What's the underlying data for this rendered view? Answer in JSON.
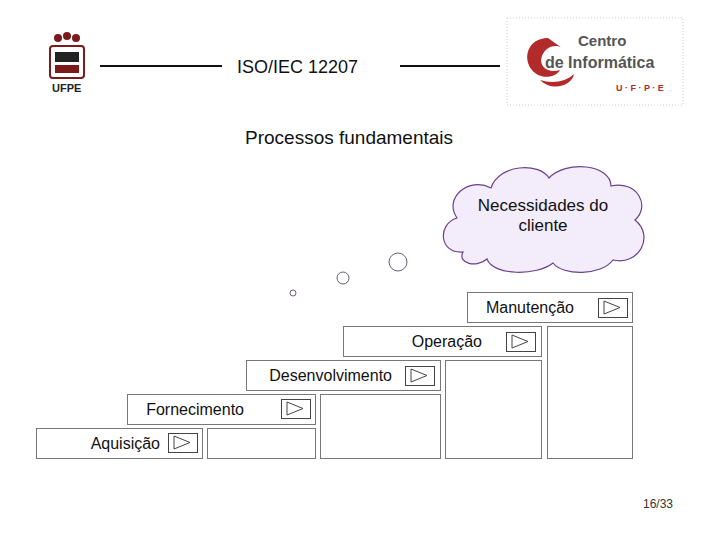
{
  "diagram": {
    "title": "ISO/IEC 12207",
    "nodes": [
      {
        "text": [
          "Necessidades do cliente"
        ]
      },
      {
        "text": [
          "Manutenção"
        ]
      },
      {
        "text": [
          "Operação"
        ]
      },
      {
        "text": [
          "Desenvolvimento"
        ]
      },
      {
        "text": [
          "Fornecimento"
        ]
      },
      {
        "text": [
          "Aquisição"
        ]
      }
    ],
    "labels": [
      "Processos fundamentais",
      "UFPE",
      "Centro",
      "de Informática",
      "U · F · P · E",
      "16/33"
    ]
  }
}
